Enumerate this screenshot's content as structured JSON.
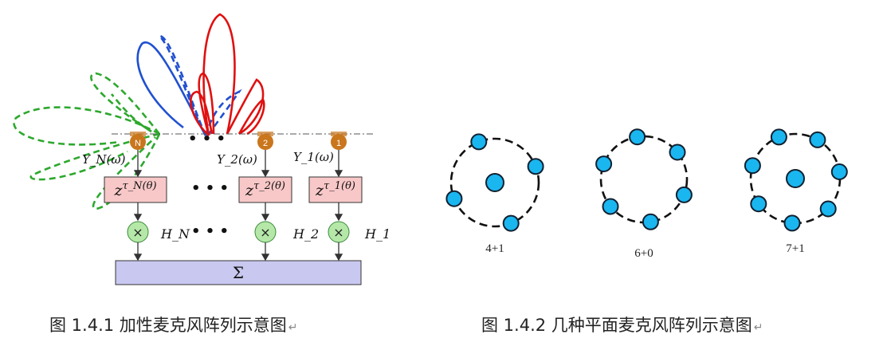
{
  "figure1": {
    "caption": "图 1.4.1  加性麦克风阵列示意图",
    "sum_label": "Σ",
    "ellipsis": "• • •",
    "mics": [
      {
        "id": "N",
        "signal": "Y_N(ω)",
        "delay_base": "z",
        "delay_exp": "τ_N(θ)",
        "filter": "H_N"
      },
      {
        "id": "2",
        "signal": "Y_2(ω)",
        "delay_base": "z",
        "delay_exp": "τ_2(θ)",
        "filter": "H_2"
      },
      {
        "id": "1",
        "signal": "Y_1(ω)",
        "delay_base": "z",
        "delay_exp": "τ_1(θ)",
        "filter": "H_1"
      }
    ],
    "colors": {
      "mic": "#c9761d",
      "delay_box": "#f8c8c8",
      "multiplier": "#b5e8a8",
      "sum_box": "#c9c8f0",
      "beam_green": "#2da82d",
      "beam_blue": "#2050d0",
      "beam_red": "#e01010"
    },
    "multiplier_symbol": "×"
  },
  "figure2": {
    "caption": "图 1.4.2  几种平面麦克风阵列示意图",
    "arrays": [
      {
        "label": "4+1",
        "ring": 4,
        "center": 1
      },
      {
        "label": "6+0",
        "ring": 6,
        "center": 0
      },
      {
        "label": "7+1",
        "ring": 7,
        "center": 1
      }
    ],
    "colors": {
      "mic_fill": "#1ab6f0",
      "mic_stroke": "#102030"
    }
  },
  "return_mark": "↵"
}
